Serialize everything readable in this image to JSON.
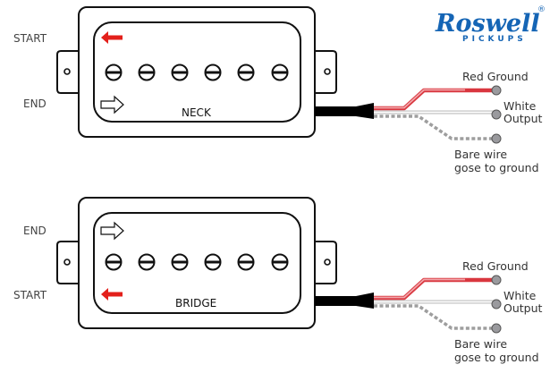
{
  "brand": {
    "name": "Roswell",
    "sub": "PICKUPS",
    "registered": "®",
    "color": "#1565b5"
  },
  "colors": {
    "outline": "#111111",
    "red_wire": "#d9373f",
    "red_wire_light": "#f1a6aa",
    "white_wire": "#bdbdbd",
    "bare_wire": "#9e9e9e",
    "terminal": "#9a9a9e",
    "start_arrow": "#e3201b",
    "cable": "#000000"
  },
  "pickups": [
    {
      "name": "NECK",
      "top_label": "START",
      "bottom_label": "END",
      "top_arrow": "red-left-arrow",
      "bottom_arrow": "outline-right-arrow",
      "wires": [
        {
          "label": "Red Ground",
          "type": "red"
        },
        {
          "label_lines": [
            "White",
            "Output"
          ],
          "type": "white"
        },
        {
          "label_lines": [
            "Bare wire",
            "gose to ground"
          ],
          "type": "bare"
        }
      ]
    },
    {
      "name": "BRIDGE",
      "top_label": "END",
      "bottom_label": "START",
      "top_arrow": "outline-right-arrow",
      "bottom_arrow": "red-left-arrow",
      "wires": [
        {
          "label": "Red Ground",
          "type": "red"
        },
        {
          "label_lines": [
            "White",
            "Output"
          ],
          "type": "white"
        },
        {
          "label_lines": [
            "Bare wire",
            "gose to ground"
          ],
          "type": "bare"
        }
      ]
    }
  ],
  "pole_pieces_per_pickup": 6
}
